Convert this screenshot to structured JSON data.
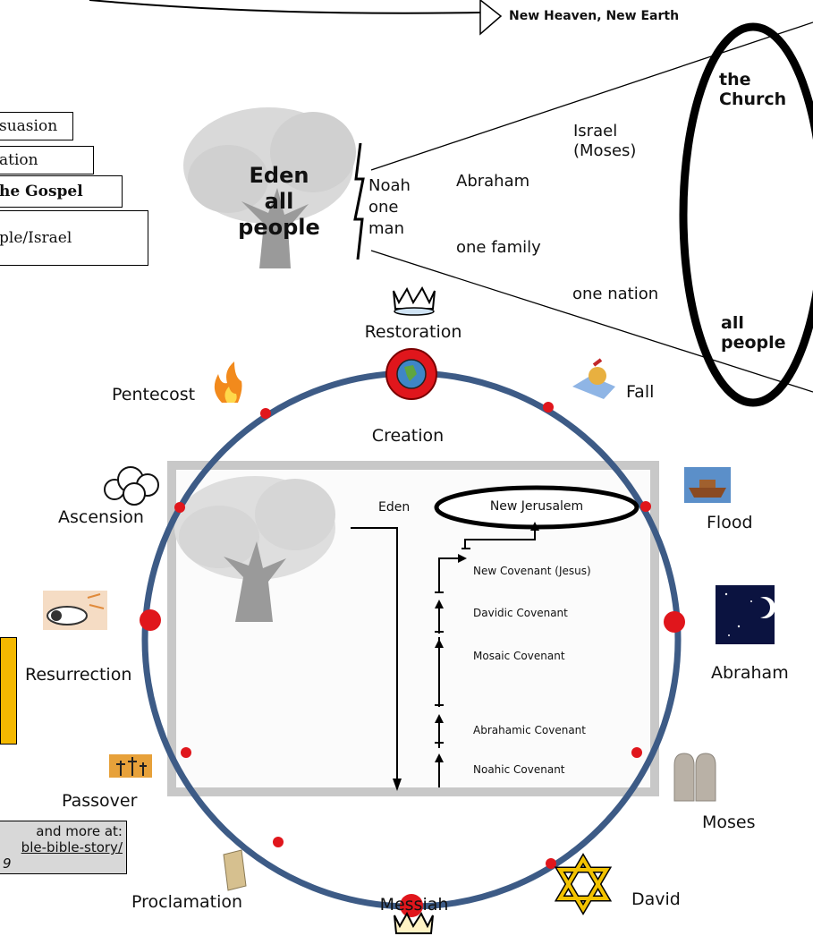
{
  "top": {
    "new_heaven": "New Heaven, New Earth"
  },
  "left_boxes": [
    "suasion",
    "ation",
    "he Gospel",
    "ple/Israel"
  ],
  "tree": {
    "line1": "Eden",
    "line2": "all",
    "line3": "people"
  },
  "noah": {
    "line1": "Noah",
    "line2": "one",
    "line3": "man"
  },
  "fan": {
    "abraham": "Abraham",
    "one_family": "one family",
    "israel_line1": "Israel",
    "israel_line2": "(Moses)",
    "one_nation": "one nation"
  },
  "ellipse": {
    "church_line1": "the",
    "church_line2": "Church",
    "all_line1": "all",
    "all_line2": "people"
  },
  "circle_labels": {
    "restoration": "Restoration",
    "creation": "Creation",
    "fall": "Fall",
    "flood": "Flood",
    "abraham": "Abraham",
    "moses": "Moses",
    "david": "David",
    "messiah": "Messiah",
    "proclamation": "Proclamation",
    "passover": "Passover",
    "resurrection": "Resurrection",
    "ascension": "Ascension",
    "pentecost": "Pentecost"
  },
  "inner": {
    "eden": "Eden",
    "new_jerusalem": "New Jerusalem",
    "covenants": {
      "new": "New Covenant (Jesus)",
      "davidic": "Davidic Covenant",
      "mosaic": "Mosaic Covenant",
      "abrahamic": "Abrahamic Covenant",
      "noahic": "Noahic Covenant"
    }
  },
  "credit": {
    "line1": "and more at:",
    "line2": "ble-bible-story/",
    "line3": "9"
  },
  "colors": {
    "circle": "#3d5b86",
    "dot": "#e0161c",
    "highlight": "#f4b800",
    "credit_bg": "#d8d8d8"
  },
  "icons": [
    "crown-icon",
    "globe-icon",
    "apple-icon",
    "ark-icon",
    "night-sky-icon",
    "tablets-icon",
    "star-of-david-icon",
    "crown-icon",
    "scroll-icon",
    "crosses-icon",
    "empty-tomb-icon",
    "cloud-icon",
    "flame-icon"
  ]
}
